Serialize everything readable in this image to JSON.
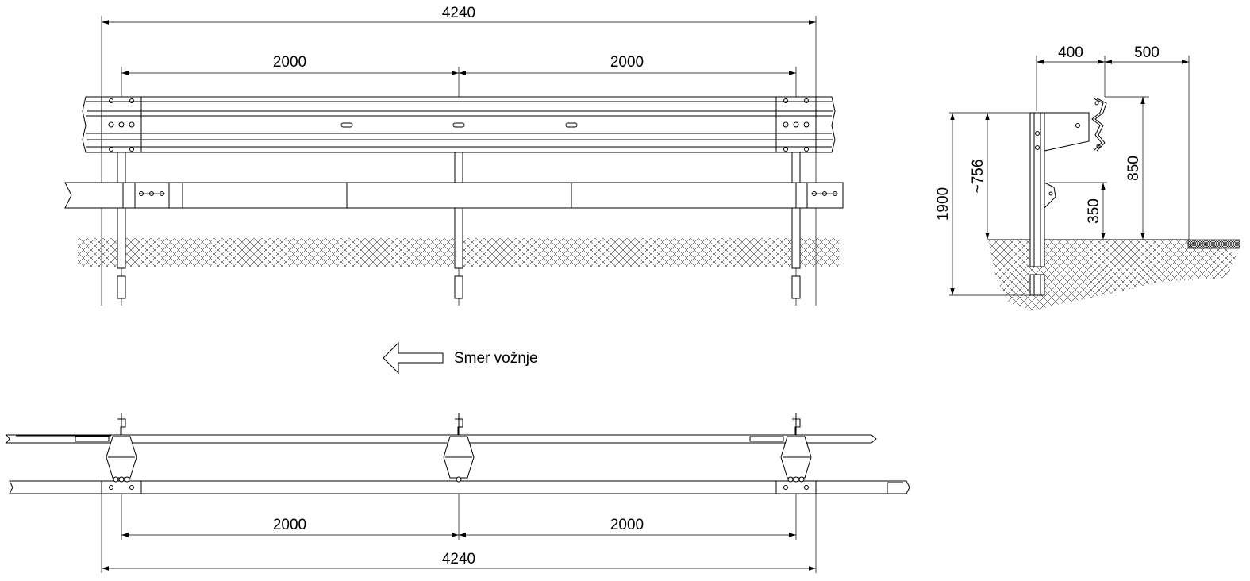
{
  "elevation": {
    "overall_dim": "4240",
    "span_dims": [
      "2000",
      "2000"
    ]
  },
  "cross_section": {
    "dim_top_left": "400",
    "dim_top_right": "500",
    "dim_total_height": "1900",
    "dim_post_above_ground": "~756",
    "dim_rail_height": "850",
    "dim_lower_rail_height": "350"
  },
  "direction_label": "Smer vožnje",
  "plan": {
    "span_dims": [
      "2000",
      "2000"
    ],
    "overall_dim": "4240"
  }
}
